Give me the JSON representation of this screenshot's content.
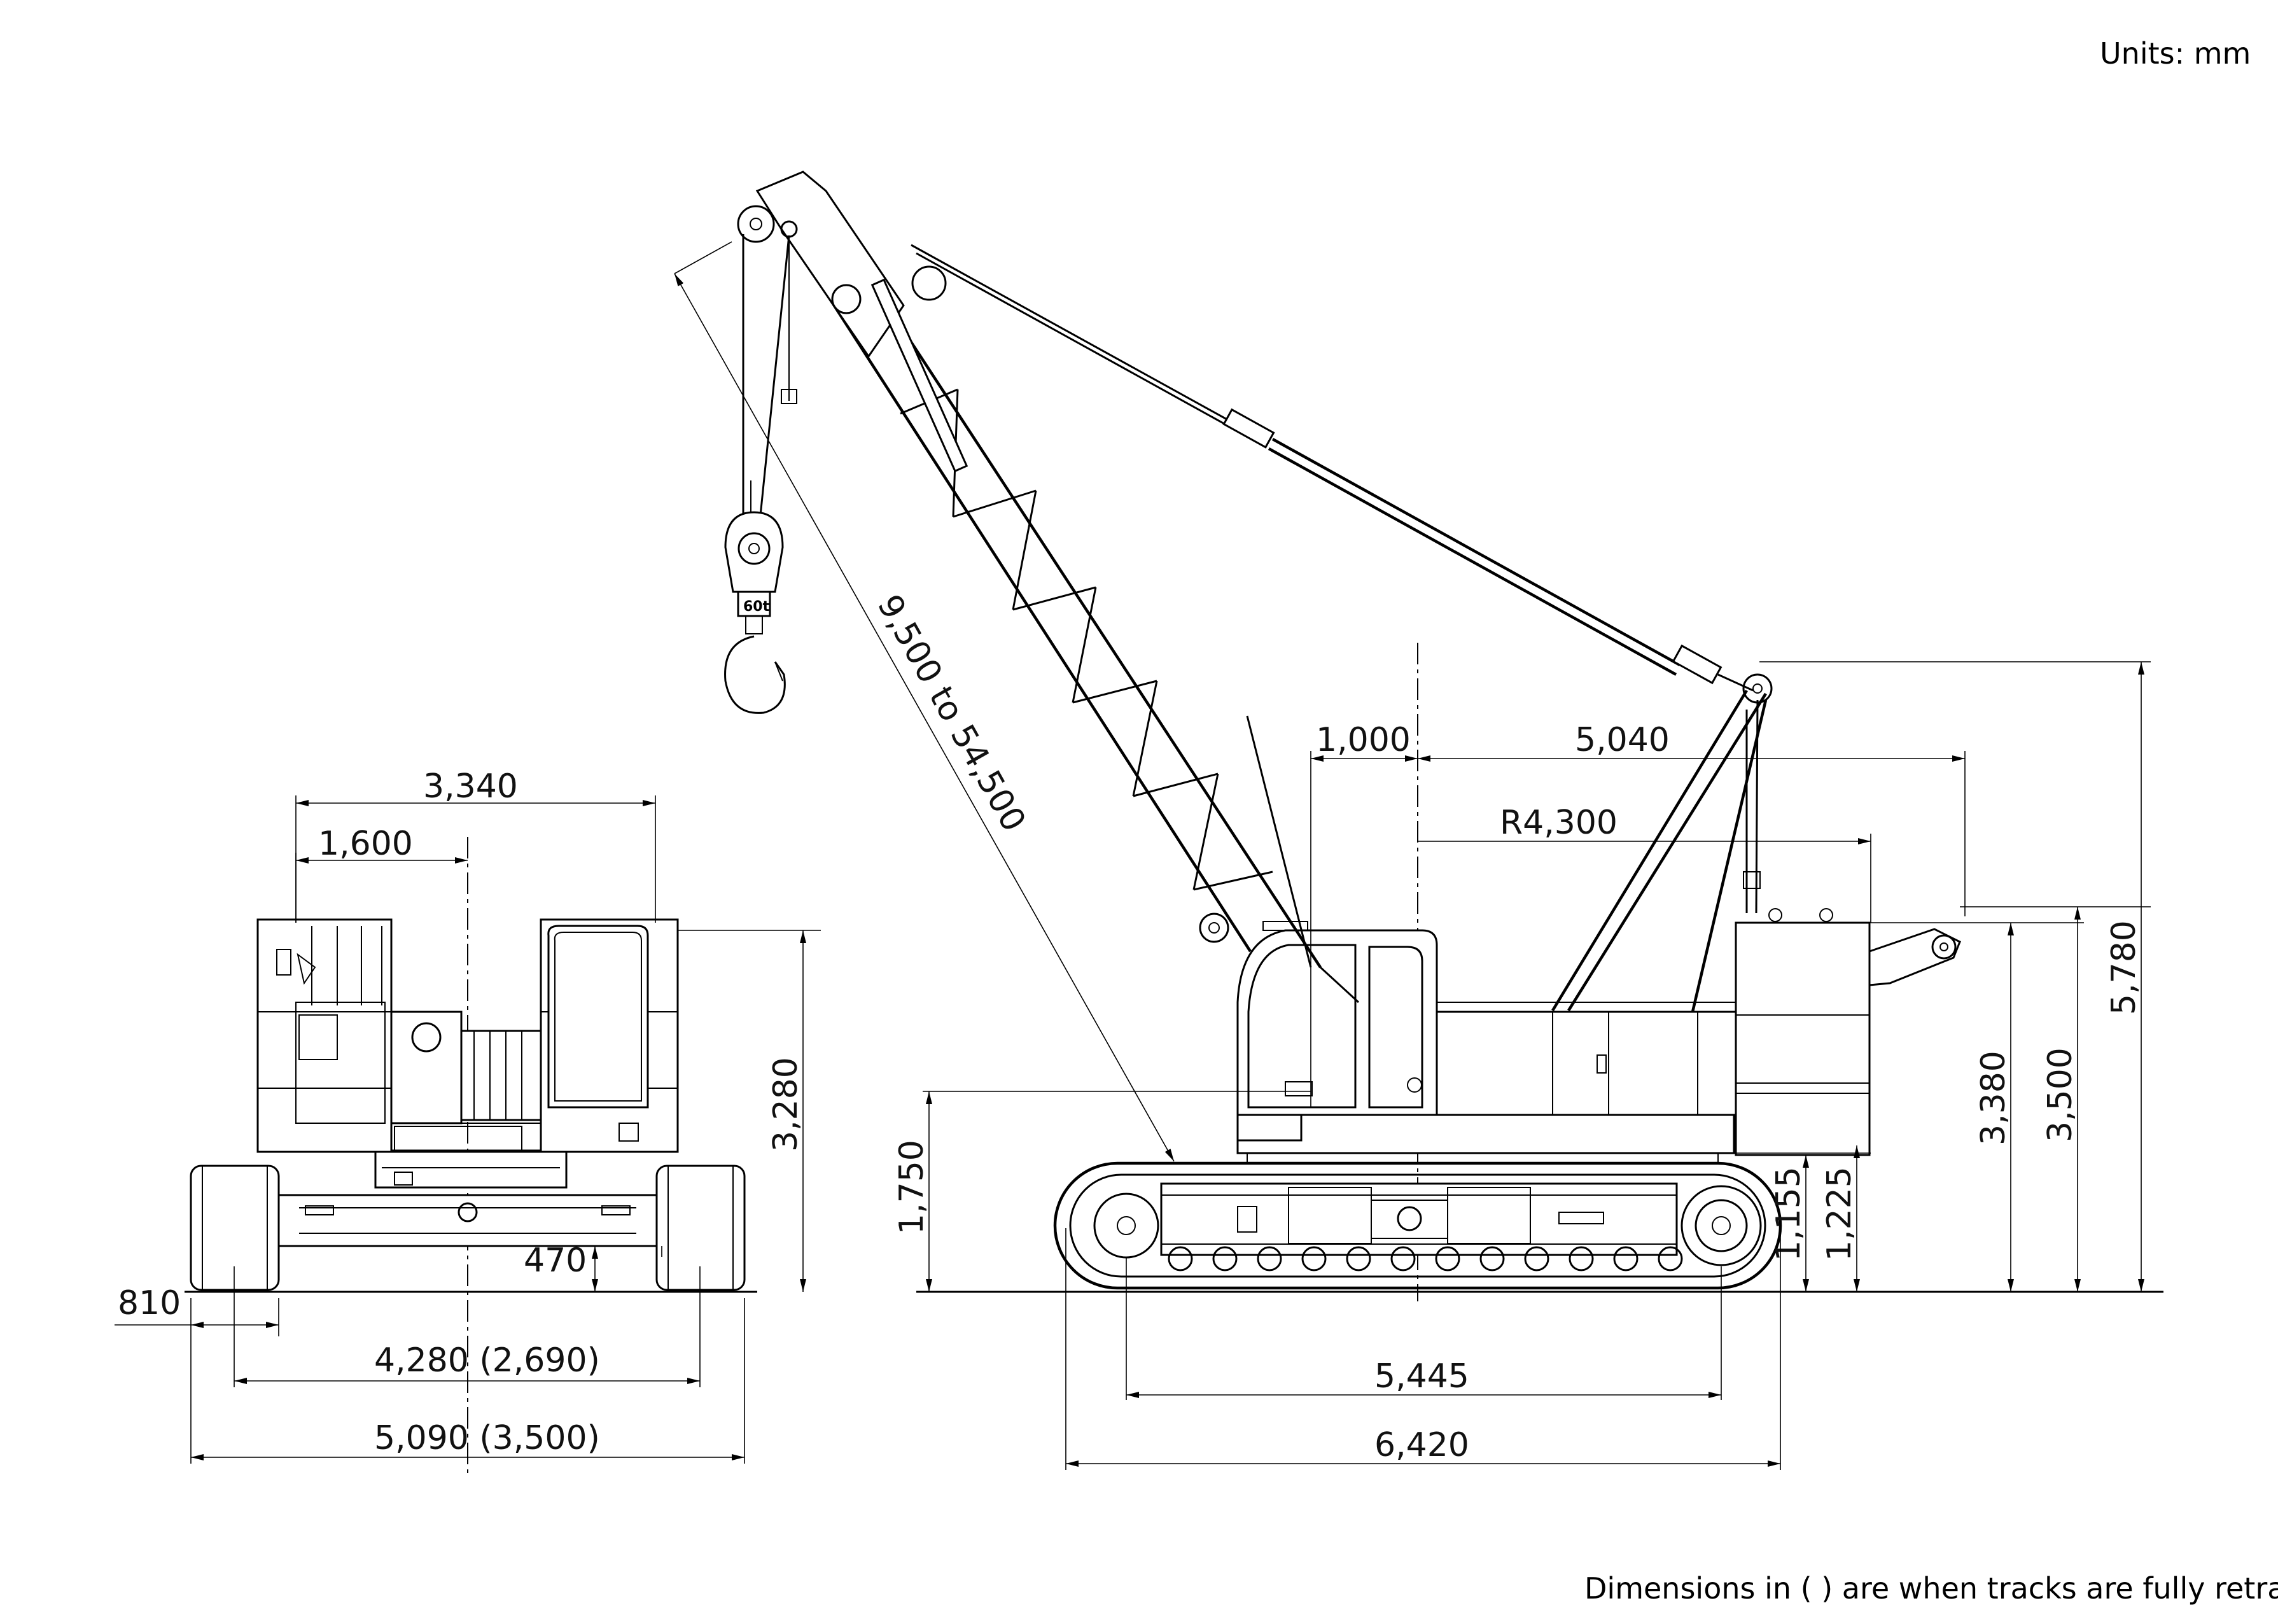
{
  "units_label": "Units: mm",
  "footnote": "Dimensions in ( ) are when tracks are fully retracted.",
  "hook_label": "60t",
  "front_view": {
    "width_top": "3,340",
    "half_width_top": "1,600",
    "height": "3,280",
    "ground_clearance": "470",
    "track_shoe_width": "810",
    "track_gauge": "4,280 (2,690)",
    "overall_width": "5,090 (3,500)"
  },
  "side_view": {
    "boom_length": "9,500 to 54,500",
    "boom_foot_offset": "1,000",
    "tail_to_gantry": "5,040",
    "tail_radius": "R4,300",
    "boom_foot_height": "1,750",
    "counterweight_clearance_1": "1,155",
    "counterweight_clearance_2": "1,225",
    "counterweight_top": "3,380",
    "cab_height": "3,500",
    "gantry_height": "5,780",
    "tumbler_distance": "5,445",
    "track_length": "6,420"
  }
}
